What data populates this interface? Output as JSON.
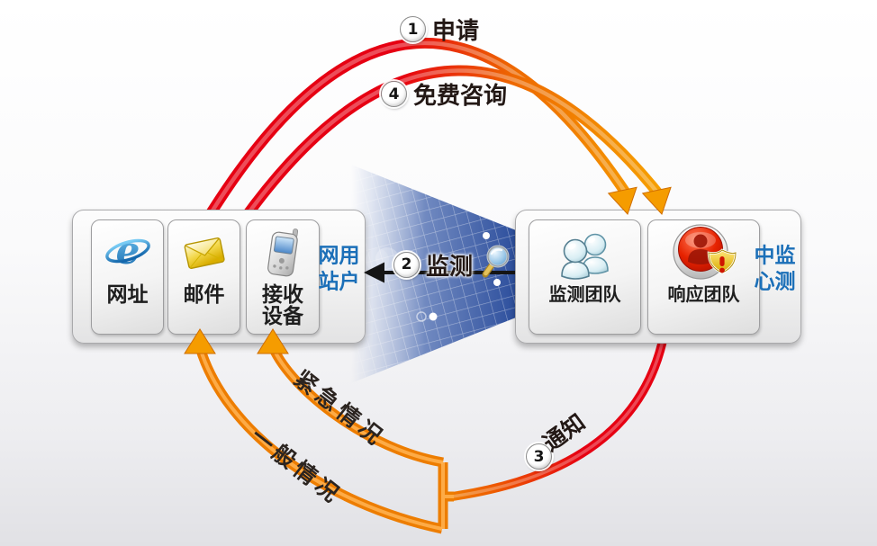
{
  "diagram": {
    "title_hint": "website monitoring service flow",
    "steps": [
      {
        "num": "1",
        "label": "申请"
      },
      {
        "num": "2",
        "label": "监测"
      },
      {
        "num": "3",
        "label": "通知"
      },
      {
        "num": "4",
        "label": "免费咨询"
      }
    ],
    "branch_labels": {
      "emergency": "紧急情况",
      "general": "一般情况"
    },
    "left_box": {
      "title": "用户网站",
      "cards": [
        {
          "label": "网址",
          "icon": "ie-browser-icon"
        },
        {
          "label": "邮件",
          "icon": "envelope-icon"
        },
        {
          "label": "接收设备",
          "icon": "mobile-phone-icon"
        }
      ]
    },
    "right_box": {
      "title": "监测中心",
      "cards": [
        {
          "label": "监测团队",
          "icon": "team-icon"
        },
        {
          "label": "响应团队",
          "icon": "alert-button-icon"
        }
      ]
    },
    "colors": {
      "arc_red": "#e60012",
      "arc_orange": "#f08300",
      "box_title_blue": "#1b6fb8",
      "beam_blue": "#2d4f9d",
      "monitor_arrow_black": "#151515"
    }
  }
}
